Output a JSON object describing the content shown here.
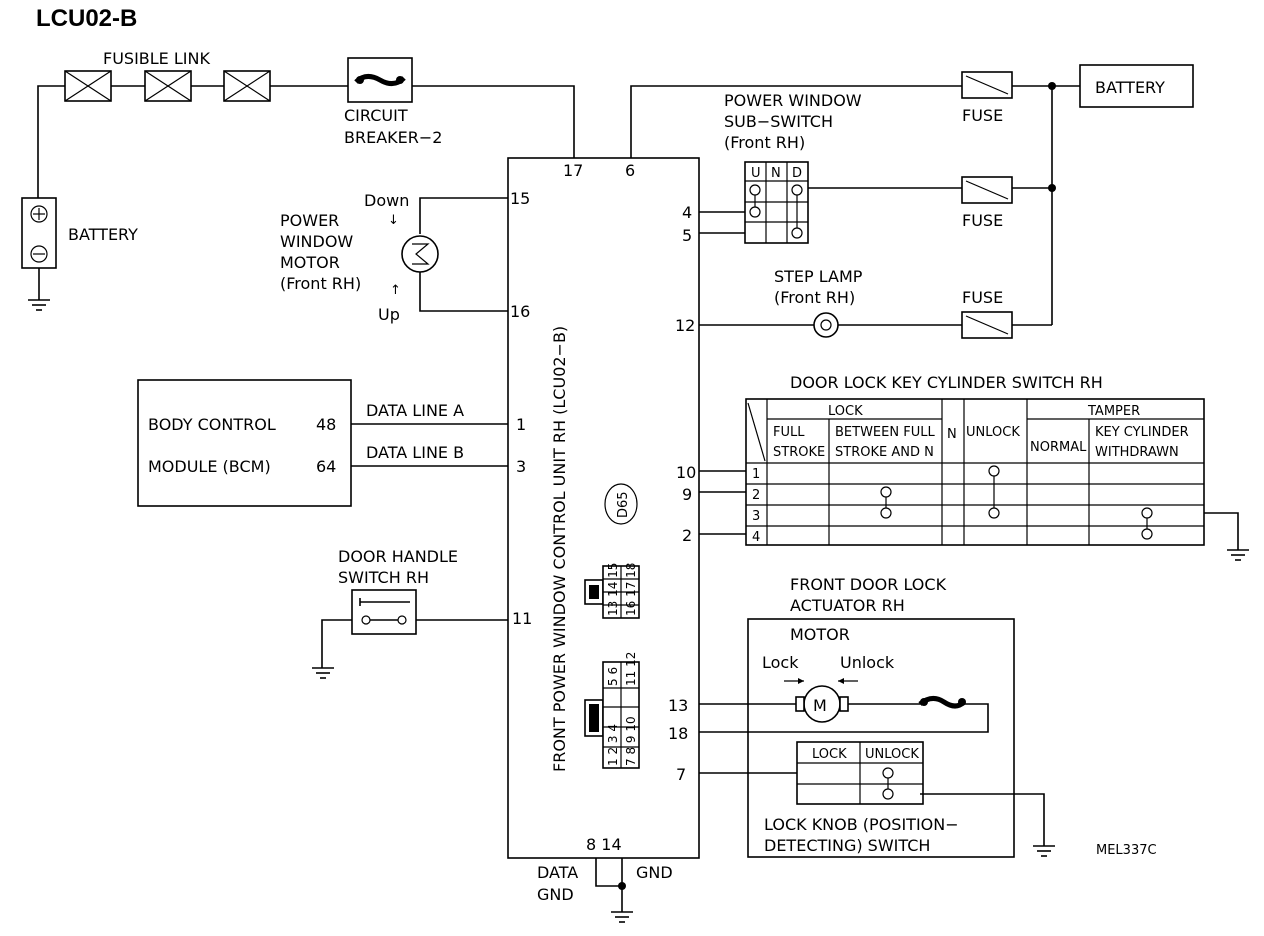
{
  "title": "LCU02-B",
  "figure_code": "MEL337C",
  "labels": {
    "fusible_link": "FUSIBLE LINK",
    "circuit_breaker_1": "CIRCUIT",
    "circuit_breaker_2": "BREAKER−2",
    "battery_left": "BATTERY",
    "battery_right": "BATTERY",
    "fuse": "FUSE",
    "pw_sub_switch_1": "POWER WINDOW",
    "pw_sub_switch_2": "SUB−SWITCH",
    "pw_sub_switch_3": "(Front RH)",
    "down": "Down",
    "up": "Up",
    "pw_motor_1": "POWER",
    "pw_motor_2": "WINDOW",
    "pw_motor_3": "MOTOR",
    "pw_motor_4": "(Front RH)",
    "step_lamp_1": "STEP LAMP",
    "step_lamp_2": "(Front RH)",
    "bcm_1": "BODY CONTROL",
    "bcm_2": "MODULE (BCM)",
    "data_line_a": "DATA LINE A",
    "data_line_b": "DATA LINE B",
    "control_unit": "FRONT POWER WINDOW CONTROL UNIT RH (LCU02−B)",
    "connector_id": "D65",
    "door_handle_1": "DOOR HANDLE",
    "door_handle_2": "SWITCH RH",
    "key_cyl_title": "DOOR LOCK KEY CYLINDER SWITCH RH",
    "actuator_1": "FRONT DOOR LOCK",
    "actuator_2": "ACTUATOR RH",
    "motor": "MOTOR",
    "lock": "Lock",
    "unlock": "Unlock",
    "lock_knob_1": "LOCK KNOB (POSITION−",
    "lock_knob_2": "DETECTING) SWITCH",
    "data_gnd_1": "DATA",
    "data_gnd_2": "GND",
    "gnd": "GND"
  },
  "pins": {
    "p17": "17",
    "p6": "6",
    "p15": "15",
    "p16": "16",
    "p4": "4",
    "p5": "5",
    "p12": "12",
    "p1": "1",
    "p3": "3",
    "p10": "10",
    "p9": "9",
    "p2": "2",
    "p11": "11",
    "p13": "13",
    "p18": "18",
    "p7": "7",
    "p8_14": "8 14",
    "bcm48": "48",
    "bcm64": "64"
  },
  "sub_switch_headers": [
    "U",
    "N",
    "D"
  ],
  "connector_small": {
    "row1": "13 14 15",
    "row2": "16 17 18"
  },
  "connector_large": {
    "row1": "5 6",
    "row2": "11 12",
    "row3": "1 2 3 4",
    "row4": "7 8 9 10"
  },
  "key_cylinder_table": {
    "lock": "LOCK",
    "full_1": "FULL",
    "full_2": "STROKE",
    "between_1": "BETWEEN FULL",
    "between_2": "STROKE AND N",
    "n": "N",
    "unlock": "UNLOCK",
    "tamper": "TAMPER",
    "normal": "NORMAL",
    "withdrawn_1": "KEY CYLINDER",
    "withdrawn_2": "WITHDRAWN",
    "rows": [
      "1",
      "2",
      "3",
      "4"
    ]
  },
  "lock_knob_table": {
    "lock": "LOCK",
    "unlock": "UNLOCK"
  }
}
